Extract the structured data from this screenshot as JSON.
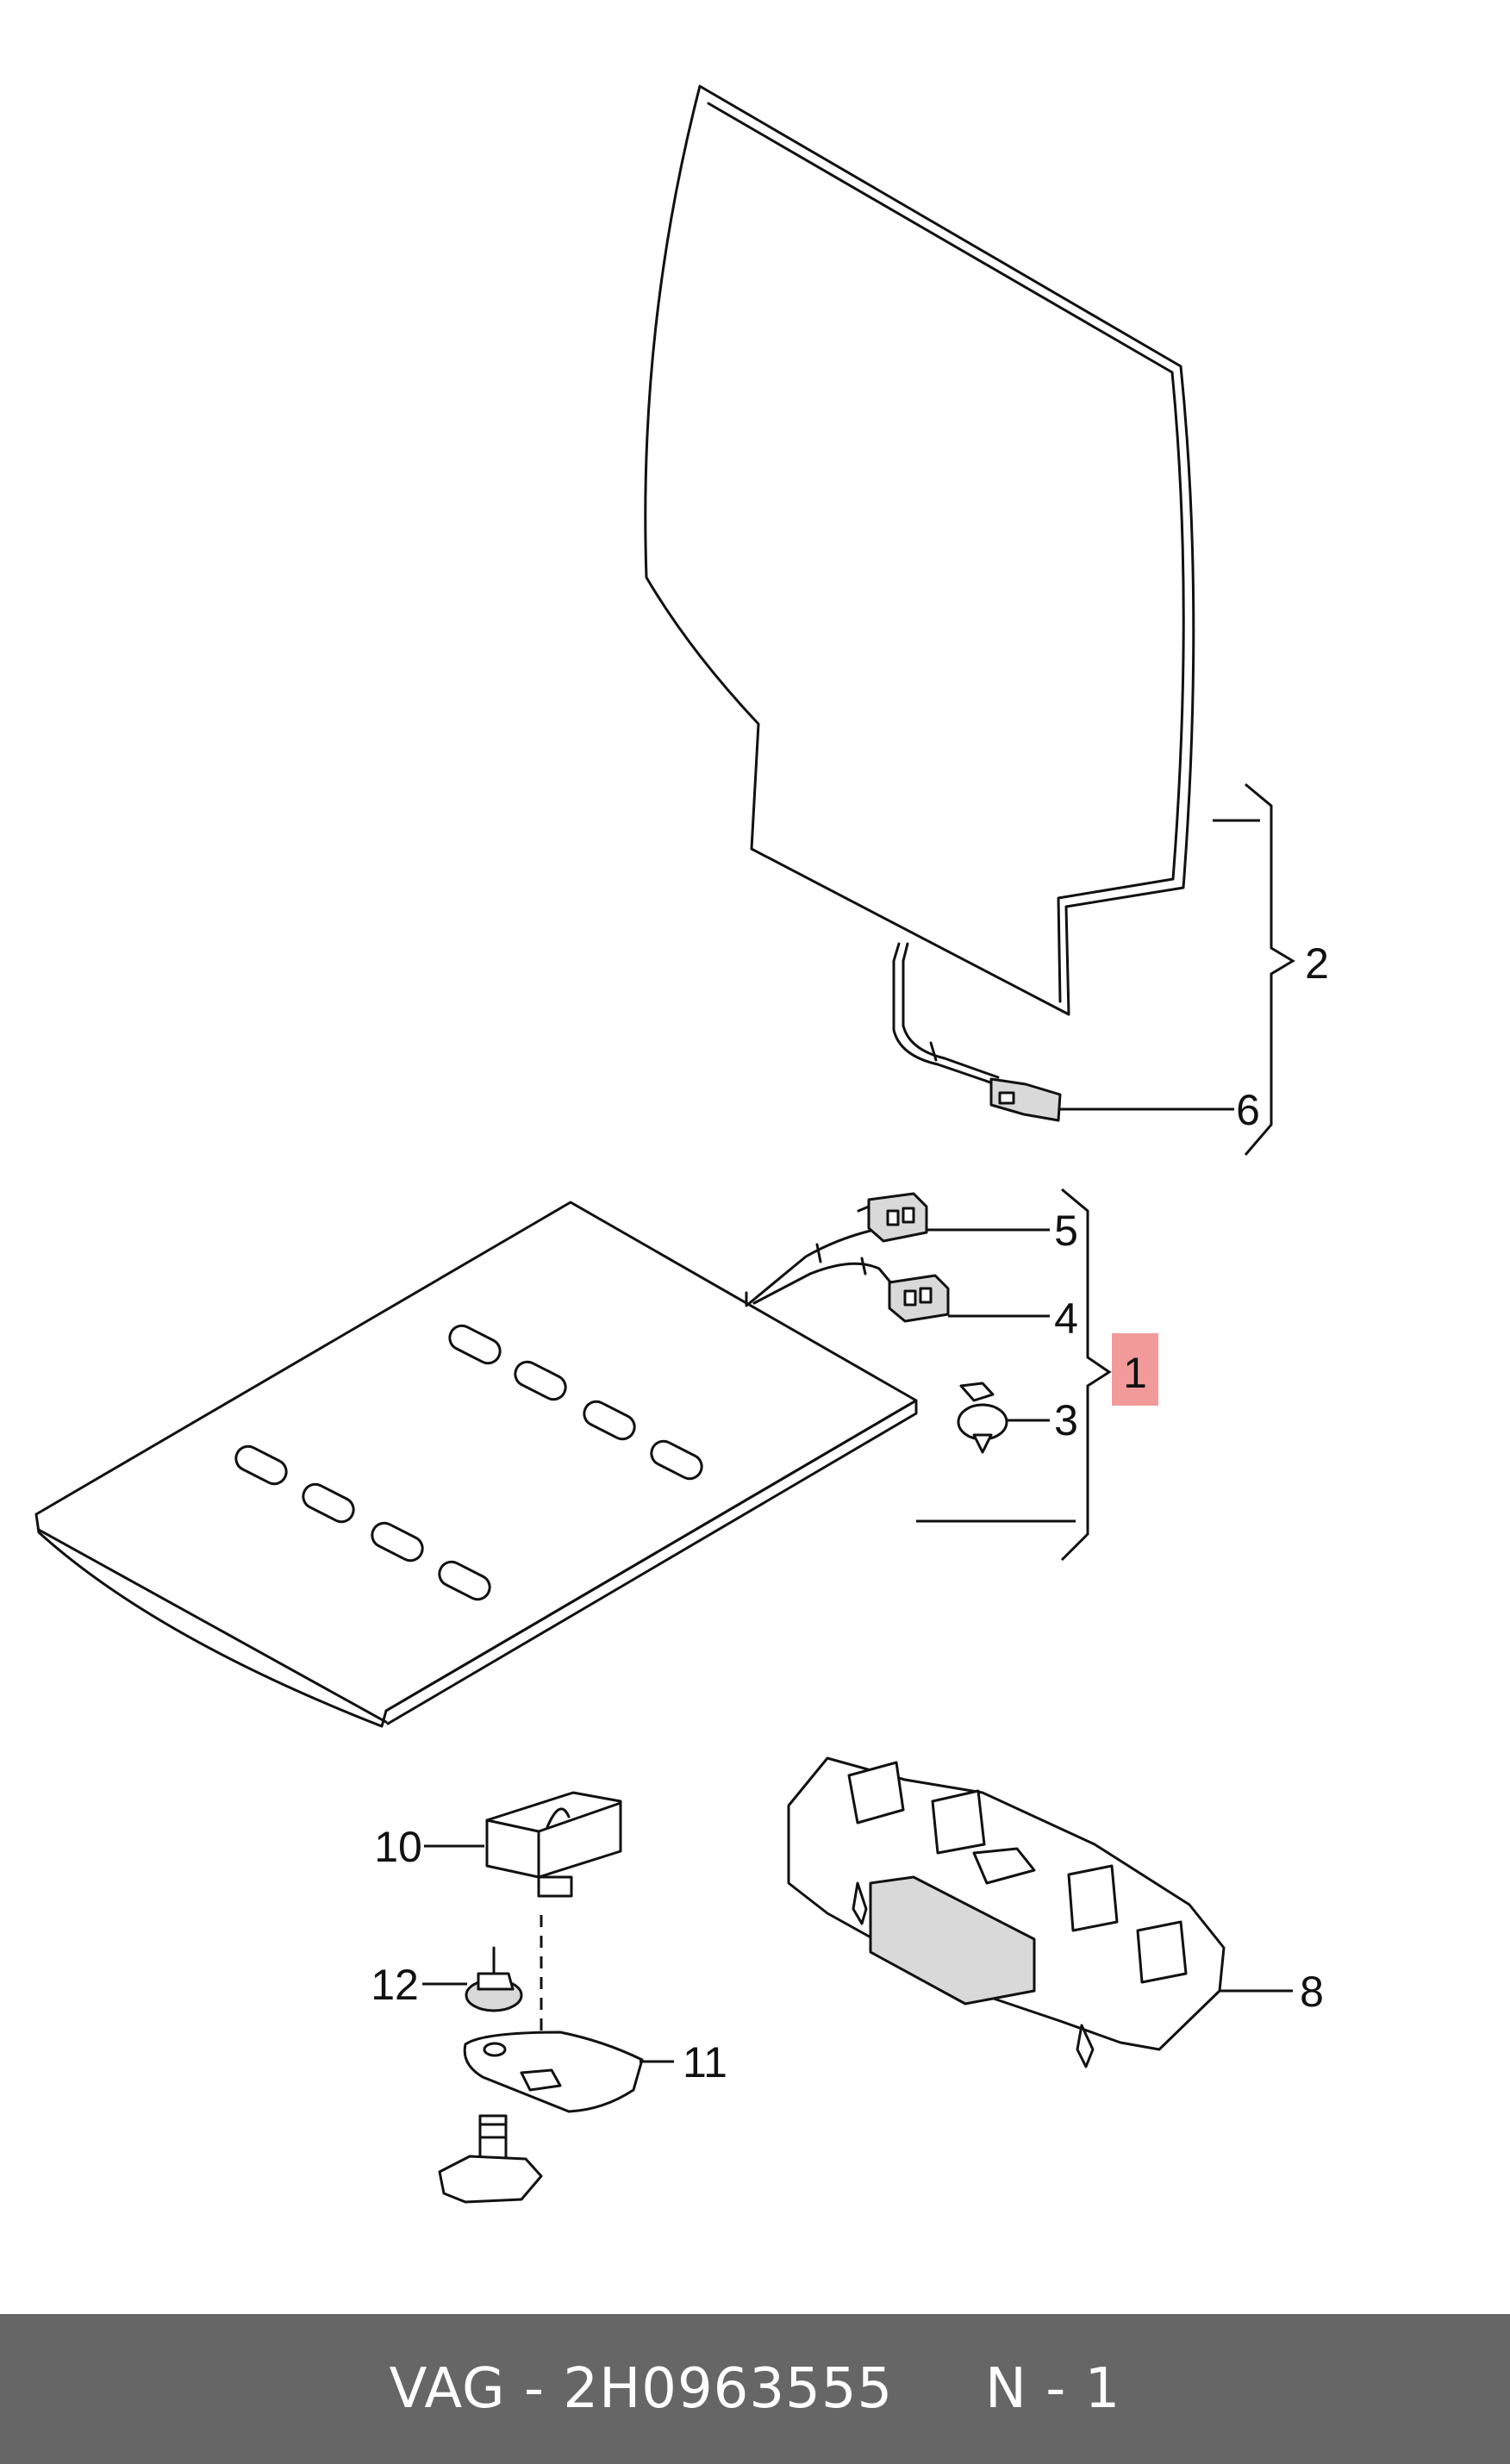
{
  "callouts": {
    "c1": "1",
    "c2": "2",
    "c3": "3",
    "c4": "4",
    "c5": "5",
    "c6": "6",
    "c8": "8",
    "c10": "10",
    "c11": "11",
    "c12": "12"
  },
  "highlight_color": "#f29a9a",
  "footer": {
    "brand": "VAG",
    "part_number": "2H0963555",
    "quantity": "N - 1"
  }
}
